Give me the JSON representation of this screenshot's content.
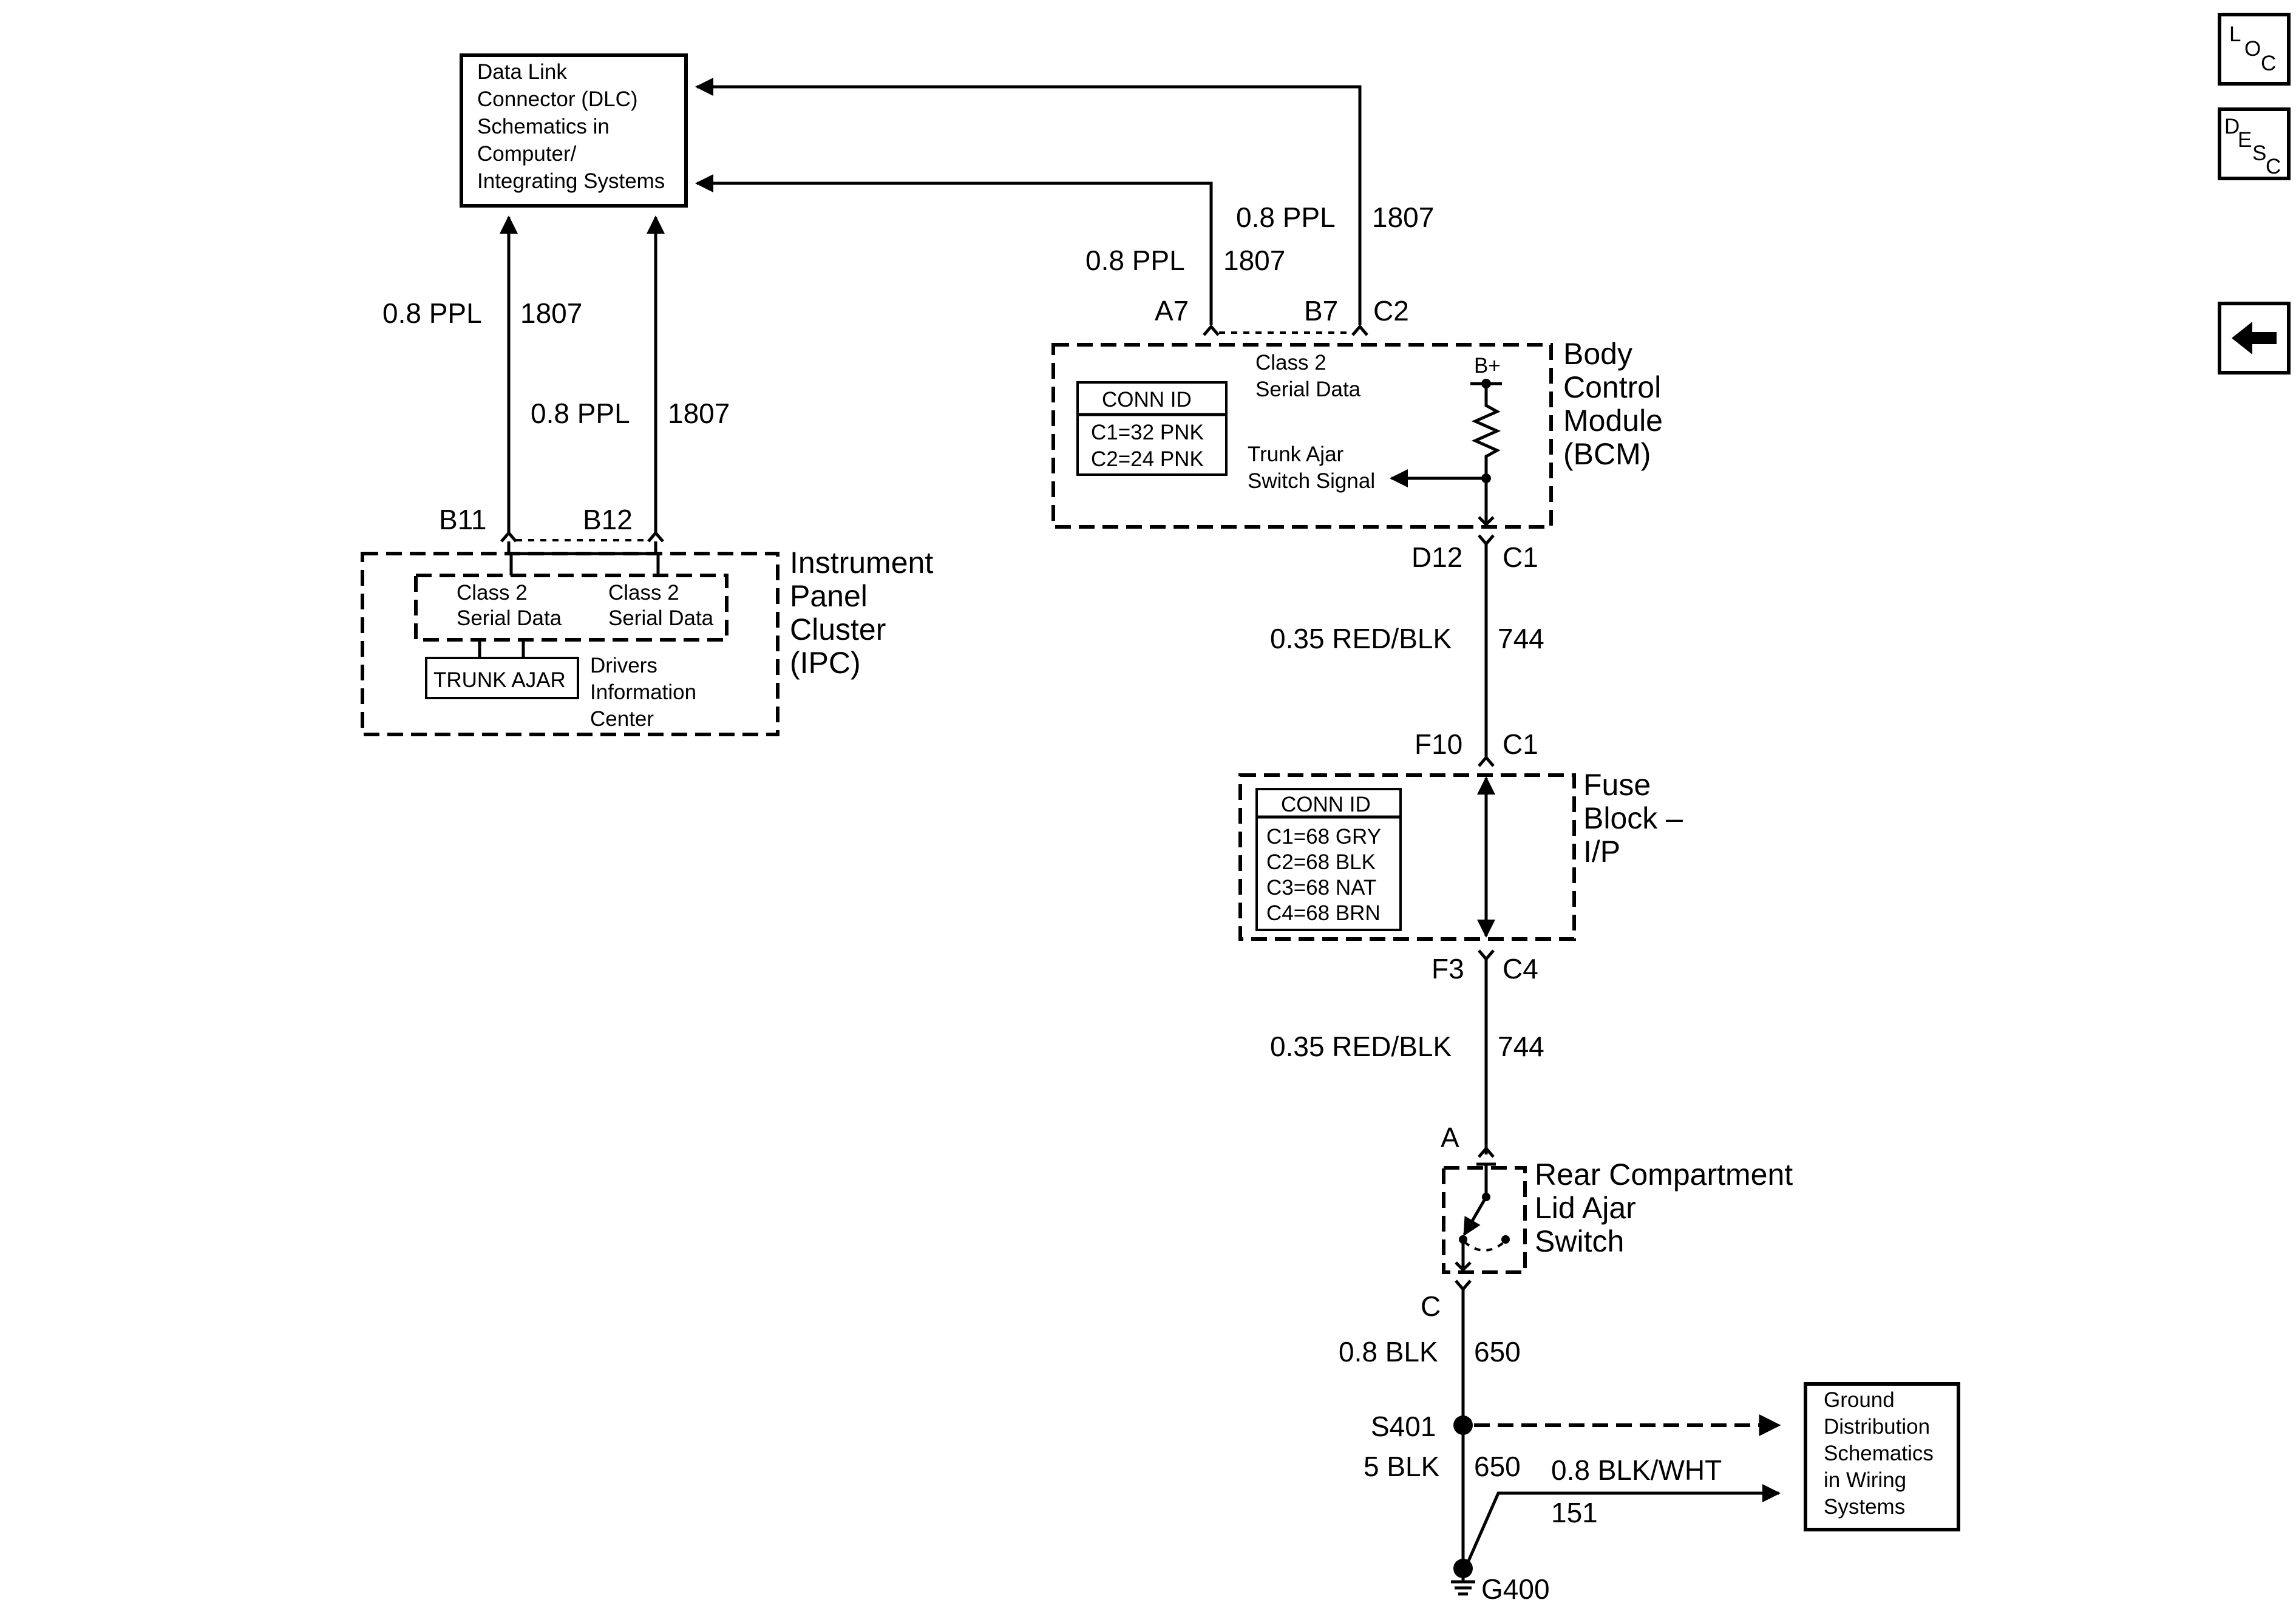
{
  "dlc": {
    "lines": [
      "Data Link",
      "Connector (DLC)",
      "Schematics in",
      "Computer/",
      "Integrating Systems"
    ]
  },
  "ground_ref": {
    "lines": [
      "Ground",
      "Distribution",
      "Schematics",
      "in Wiring",
      "Systems"
    ]
  },
  "ipc": {
    "name_lines": [
      "Instrument",
      "Panel",
      "Cluster",
      "(IPC)"
    ],
    "serial1": [
      "Class 2",
      "Serial Data"
    ],
    "serial2": [
      "Class 2",
      "Serial Data"
    ],
    "trunk_ajar": "TRUNK AJAR",
    "dic_lines": [
      "Drivers",
      "Information",
      "Center"
    ],
    "pin_b11": "B11",
    "pin_b12": "B12"
  },
  "bcm": {
    "name_lines": [
      "Body",
      "Control",
      "Module",
      "(BCM)"
    ],
    "serial": [
      "Class 2",
      "Serial Data"
    ],
    "conn_id_title": "CONN ID",
    "conn_id_rows": [
      "C1=32 PNK",
      "C2=24 PNK"
    ],
    "b_plus": "B+",
    "trunk_signal": [
      "Trunk Ajar",
      "Switch Signal"
    ],
    "pin_a7": "A7",
    "pin_b7": "B7",
    "pin_c2": "C2",
    "pin_d12": "D12",
    "pin_c1": "C1"
  },
  "fuse_block": {
    "name_lines": [
      "Fuse",
      "Block –",
      "I/P"
    ],
    "conn_id_title": "CONN ID",
    "conn_id_rows": [
      "C1=68 GRY",
      "C2=68 BLK",
      "C3=68 NAT",
      "C4=68 BRN"
    ],
    "pin_f10": "F10",
    "pin_f10_c": "C1",
    "pin_f3": "F3",
    "pin_f3_c": "C4"
  },
  "switch": {
    "name_lines": [
      "Rear Compartment",
      "Lid Ajar",
      "Switch"
    ],
    "pin_a": "A",
    "pin_c": "C"
  },
  "wires": {
    "ipc_b11": {
      "gauge": "0.8 PPL",
      "circuit": "1807"
    },
    "ipc_b12": {
      "gauge": "0.8 PPL",
      "circuit": "1807"
    },
    "bcm_a7": {
      "gauge": "0.8 PPL",
      "circuit": "1807"
    },
    "bcm_b7": {
      "gauge": "0.8 PPL",
      "circuit": "1807"
    },
    "bcm_fuse": {
      "gauge": "0.35 RED/BLK",
      "circuit": "744"
    },
    "fuse_switch": {
      "gauge": "0.35 RED/BLK",
      "circuit": "744"
    },
    "switch_splice": {
      "gauge": "0.8 BLK",
      "circuit": "650"
    },
    "splice_ground": {
      "gauge": "5 BLK",
      "circuit": "650"
    },
    "ground_ref_wire": {
      "gauge": "0.8 BLK/WHT",
      "circuit": "151"
    }
  },
  "splice": "S401",
  "ground": "G400",
  "nav": {
    "loc": [
      "L",
      "O",
      "C"
    ],
    "desc": [
      "D",
      "E",
      "S",
      "C"
    ]
  }
}
